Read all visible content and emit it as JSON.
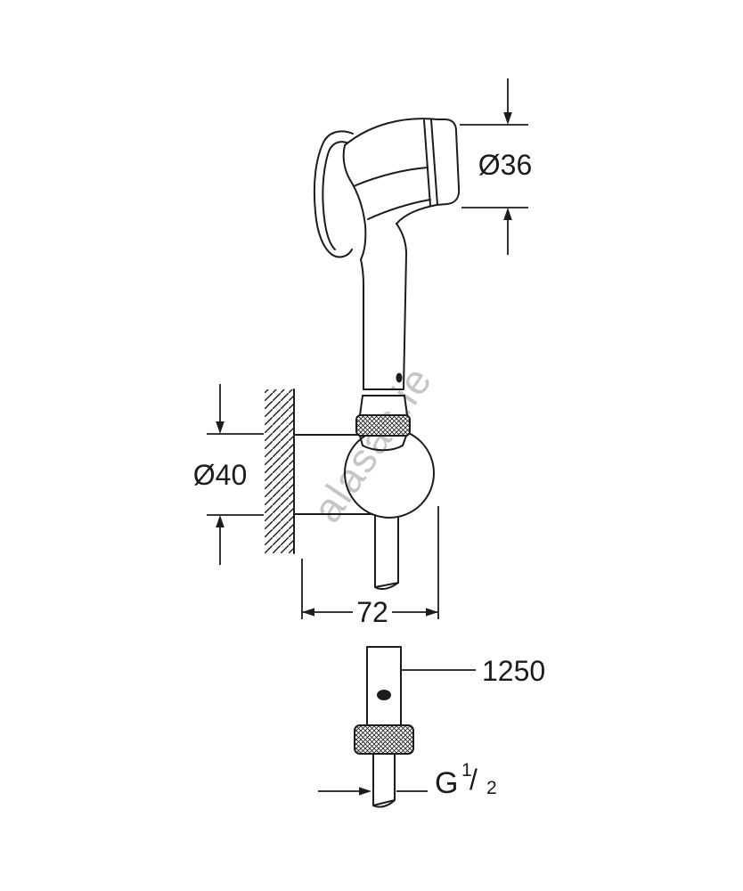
{
  "drawing": {
    "colors": {
      "line": "#1c1c1c",
      "watermark": "#c6c6c6",
      "background": "#ffffff"
    },
    "dimensions": {
      "head_diameter": "Ø36",
      "holder_diameter": "Ø40",
      "holder_depth": "72",
      "hose_length": "1250",
      "thread_g": "G",
      "thread_numerator": "1",
      "thread_slash": "/",
      "thread_denominator": "2"
    },
    "watermark": {
      "text": "alasas.ie"
    }
  }
}
